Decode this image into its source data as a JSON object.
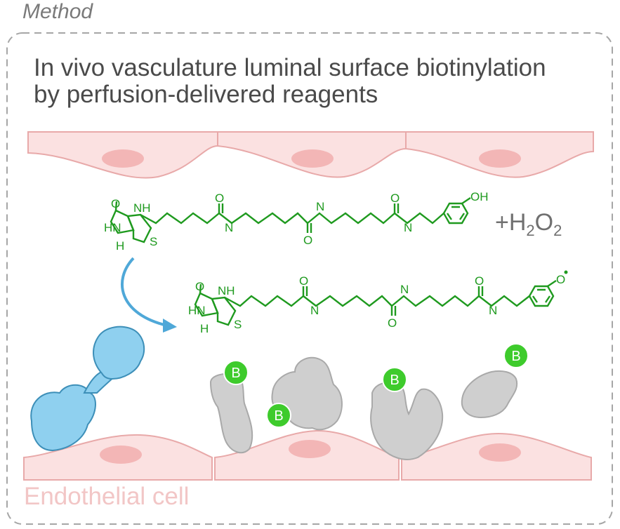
{
  "header": {
    "section_label": "Method"
  },
  "title": {
    "line1": "In vivo vasculature luminal surface biotinylation",
    "line2": "by perfusion-delivered reagents"
  },
  "reagent": {
    "oxidant_plus": "+H",
    "oxidant_sub1": "2",
    "oxidant_o": "O",
    "oxidant_sub2": "2",
    "atom_NH": "NH",
    "atom_HN": "HN",
    "atom_O": "O",
    "atom_H": "H",
    "atom_S": "S",
    "atom_OH": "OH"
  },
  "biotin_tag": {
    "letter": "B"
  },
  "cell_label": "Endothelial cell",
  "colors": {
    "molecule": "#1f9a1f",
    "cell_fill": "#fbe1e1",
    "cell_stroke": "#e8a9a9",
    "nucleus": "#f3b6b6",
    "antibody": "#8fd0ef",
    "protein": "#cfcfcf",
    "biotin": "#3ecb2c",
    "arrow": "#4fa8d8"
  }
}
